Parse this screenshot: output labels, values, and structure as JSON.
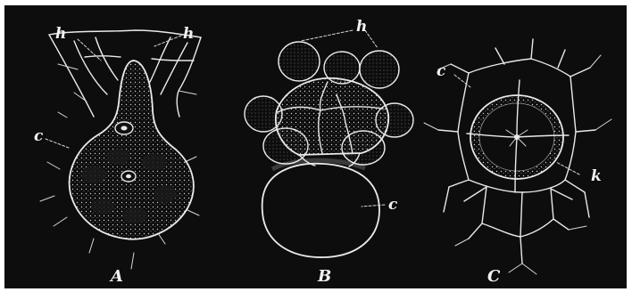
{
  "labels": {
    "panel_a": "A",
    "panel_b": "B",
    "panel_c": "C",
    "h_a1": "h",
    "h_a2": "h",
    "c_a": "c",
    "h_b": "h",
    "c_b": "c",
    "c_c": "c",
    "k_c": "k"
  },
  "colors": {
    "background": "#0d0d0d",
    "ink": "#e9e9e9"
  }
}
